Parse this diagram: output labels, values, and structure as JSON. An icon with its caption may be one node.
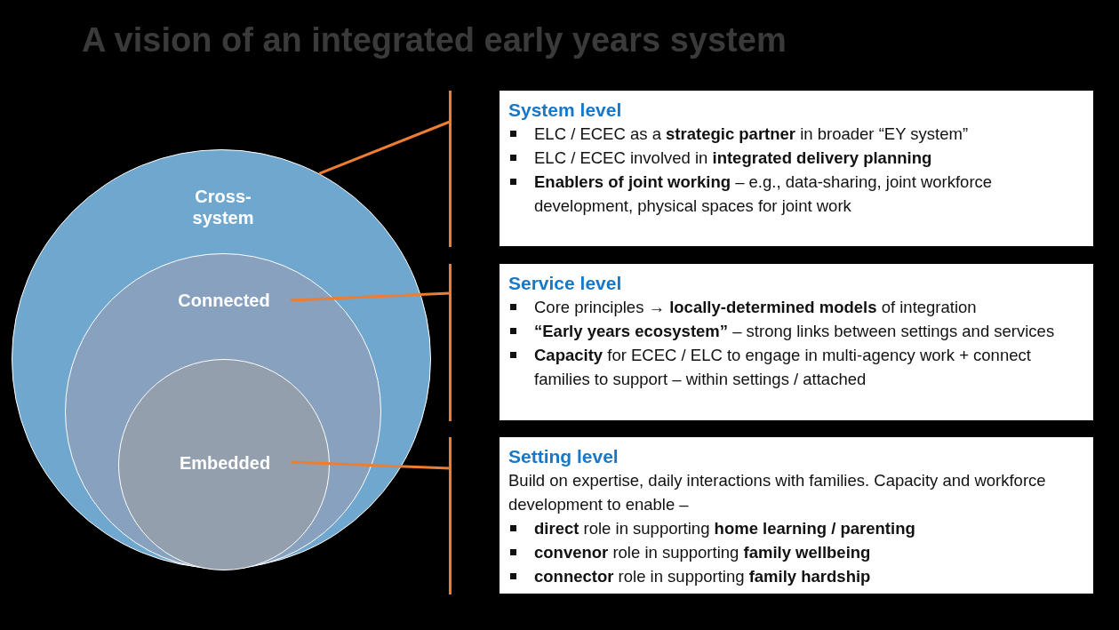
{
  "diagram": {
    "title": "A vision of an integrated early years system",
    "nodes": [
      {
        "text": [
          "Cross-system"
        ]
      },
      {
        "text": [
          "Connected"
        ],
        "in": 0
      },
      {
        "text": [
          "Embedded"
        ],
        "in": 1
      },
      {
        "text": [
          "System level",
          "ELC / ECEC as a **strategic partner** in broader “EY system”",
          "ELC / ECEC involved in **integrated delivery planning**",
          "**Enablers of joint working** – e.g., data-sharing, joint workforce development, physical spaces for joint work"
        ]
      },
      {
        "text": [
          "Service level",
          "Core principles → **locally-determined models** of integration",
          "**“Early years ecosystem”** – strong links between settings and services",
          "**Capacity** for ECEC / ELC to engage in multi-agency work + connect families to support – within settings / attached"
        ]
      },
      {
        "text": [
          "Setting level",
          "Build on expertise, daily interactions with families. Capacity and workforce development to enable –",
          "**direct** role in supporting **home learning / parenting**",
          "**convenor** role in supporting **family wellbeing**",
          "**connector** role in supporting **family hardship**"
        ]
      }
    ],
    "edges": [
      {
        "from": 0,
        "to": 3,
        "arrow": "none"
      },
      {
        "from": 1,
        "to": 4,
        "arrow": "none"
      },
      {
        "from": 2,
        "to": 5,
        "arrow": "none"
      }
    ]
  }
}
